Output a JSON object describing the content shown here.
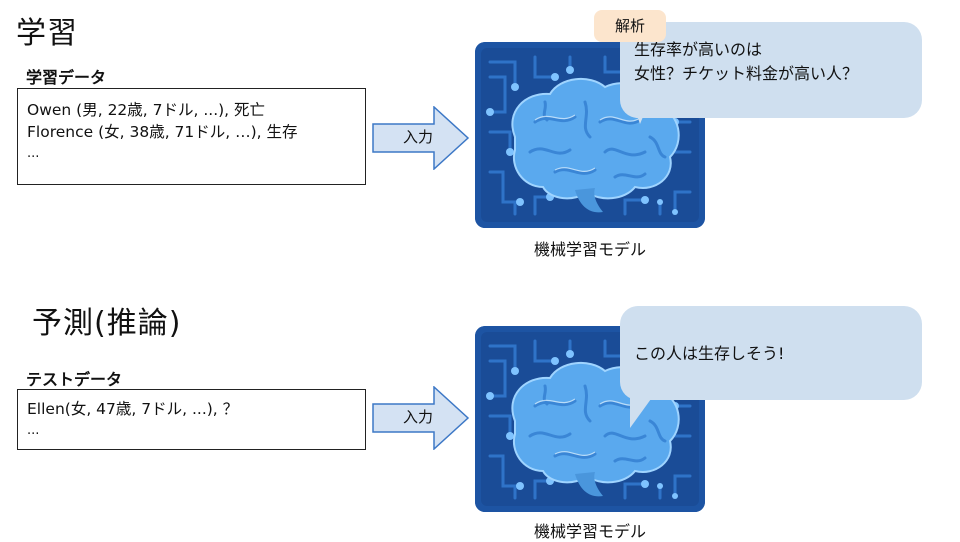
{
  "learning": {
    "title": "学習",
    "data_label": "学習データ",
    "rows": [
      "Owen (男, 22歳, 7ドル, ...), 死亡",
      "Florence (女, 38歳, 71ドル, …), 生存",
      "..."
    ],
    "arrow_label": "入力",
    "model_caption": "機械学習モデル",
    "tag_label": "解析",
    "bubble_lines": [
      "生存率が高いのは",
      "女性？チケット料金が高い人？"
    ]
  },
  "prediction": {
    "title": "予測(推論)",
    "data_label": "テストデータ",
    "rows": [
      "Ellen(女, 47歳, 7ドル, ...), ？",
      "..."
    ],
    "arrow_label": "入力",
    "model_caption": "機械学習モデル",
    "bubble_text": "この人は生存しそう!"
  },
  "colors": {
    "chip": "#1d54a3",
    "brain": "#5aa9ee",
    "bubble": "#cfdfef",
    "tag": "#fce5cd",
    "arrow": "#d4e2f3"
  },
  "icons": {
    "model": "ai-brain-chip-icon",
    "arrow": "right-arrow-icon"
  }
}
